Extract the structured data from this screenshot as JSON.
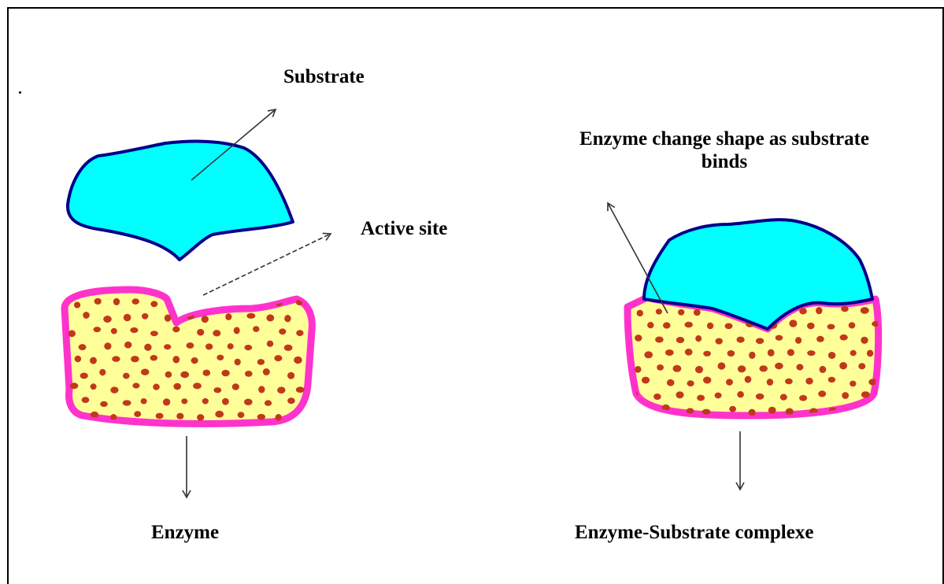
{
  "labels": {
    "substrate": "Substrate",
    "active_site": "Active site",
    "enzyme": "Enzyme",
    "shape_change": "Enzyme change shape as substrate binds",
    "complex": "Enzyme-Substrate complexe"
  },
  "colors": {
    "substrate_fill": "#00ffff",
    "substrate_outline": "#00008b",
    "enzyme_fill": "#ffff99",
    "enzyme_outline": "#ff33cc",
    "dots": "#c0391b",
    "arrows": "#333333"
  }
}
